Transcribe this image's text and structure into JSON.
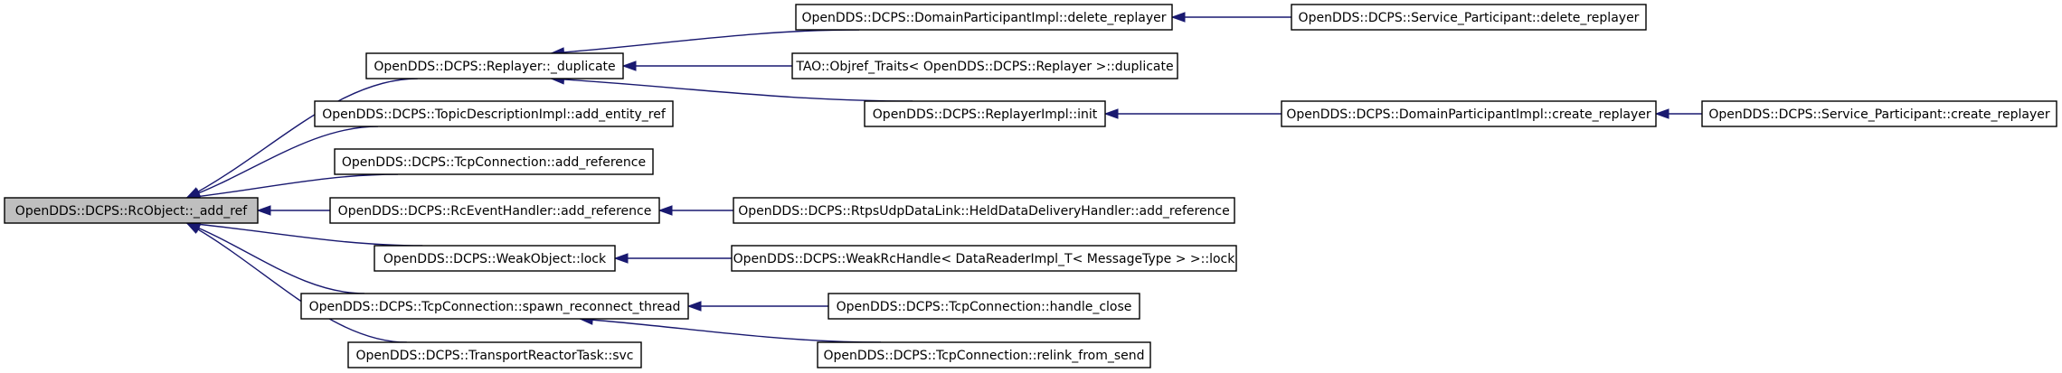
{
  "nodes": [
    {
      "id": "n0",
      "label": "OpenDDS::DCPS::RcObject::_add_ref",
      "root": true
    },
    {
      "id": "n1",
      "label": "OpenDDS::DCPS::Replayer::_duplicate"
    },
    {
      "id": "n2",
      "label": "OpenDDS::DCPS::TopicDescriptionImpl::add_entity_ref"
    },
    {
      "id": "n3",
      "label": "OpenDDS::DCPS::TcpConnection::add_reference"
    },
    {
      "id": "n4",
      "label": "OpenDDS::DCPS::RcEventHandler::add_reference"
    },
    {
      "id": "n5",
      "label": "OpenDDS::DCPS::WeakObject::lock"
    },
    {
      "id": "n6",
      "label": "OpenDDS::DCPS::TcpConnection::spawn_reconnect_thread"
    },
    {
      "id": "n7",
      "label": "OpenDDS::DCPS::TransportReactorTask::svc"
    },
    {
      "id": "n8",
      "label": "OpenDDS::DCPS::DomainParticipantImpl::delete_replayer"
    },
    {
      "id": "n9",
      "label": "TAO::Objref_Traits< OpenDDS::DCPS::Replayer >::duplicate"
    },
    {
      "id": "n10",
      "label": "OpenDDS::DCPS::ReplayerImpl::init"
    },
    {
      "id": "n11",
      "label": "OpenDDS::DCPS::RtpsUdpDataLink::HeldDataDeliveryHandler::add_reference"
    },
    {
      "id": "n12",
      "label": "OpenDDS::DCPS::WeakRcHandle< DataReaderImpl_T< MessageType > >::lock"
    },
    {
      "id": "n13",
      "label": "OpenDDS::DCPS::TcpConnection::handle_close"
    },
    {
      "id": "n14",
      "label": "OpenDDS::DCPS::TcpConnection::relink_from_send"
    },
    {
      "id": "n15",
      "label": "OpenDDS::DCPS::Service_Participant::delete_replayer"
    },
    {
      "id": "n16",
      "label": "OpenDDS::DCPS::DomainParticipantImpl::create_replayer"
    },
    {
      "id": "n17",
      "label": "OpenDDS::DCPS::Service_Participant::create_replayer"
    }
  ],
  "edges": [
    {
      "from": "n1",
      "to": "n0"
    },
    {
      "from": "n2",
      "to": "n0"
    },
    {
      "from": "n3",
      "to": "n0"
    },
    {
      "from": "n4",
      "to": "n0"
    },
    {
      "from": "n5",
      "to": "n0"
    },
    {
      "from": "n6",
      "to": "n0"
    },
    {
      "from": "n7",
      "to": "n0"
    },
    {
      "from": "n8",
      "to": "n1"
    },
    {
      "from": "n9",
      "to": "n1"
    },
    {
      "from": "n10",
      "to": "n1"
    },
    {
      "from": "n11",
      "to": "n4"
    },
    {
      "from": "n12",
      "to": "n5"
    },
    {
      "from": "n13",
      "to": "n6"
    },
    {
      "from": "n14",
      "to": "n6"
    },
    {
      "from": "n15",
      "to": "n8"
    },
    {
      "from": "n16",
      "to": "n10"
    },
    {
      "from": "n17",
      "to": "n16"
    }
  ],
  "colors": {
    "edge": "#191970",
    "root_fill": "#bfbfbf",
    "node_fill": "#ffffff"
  }
}
